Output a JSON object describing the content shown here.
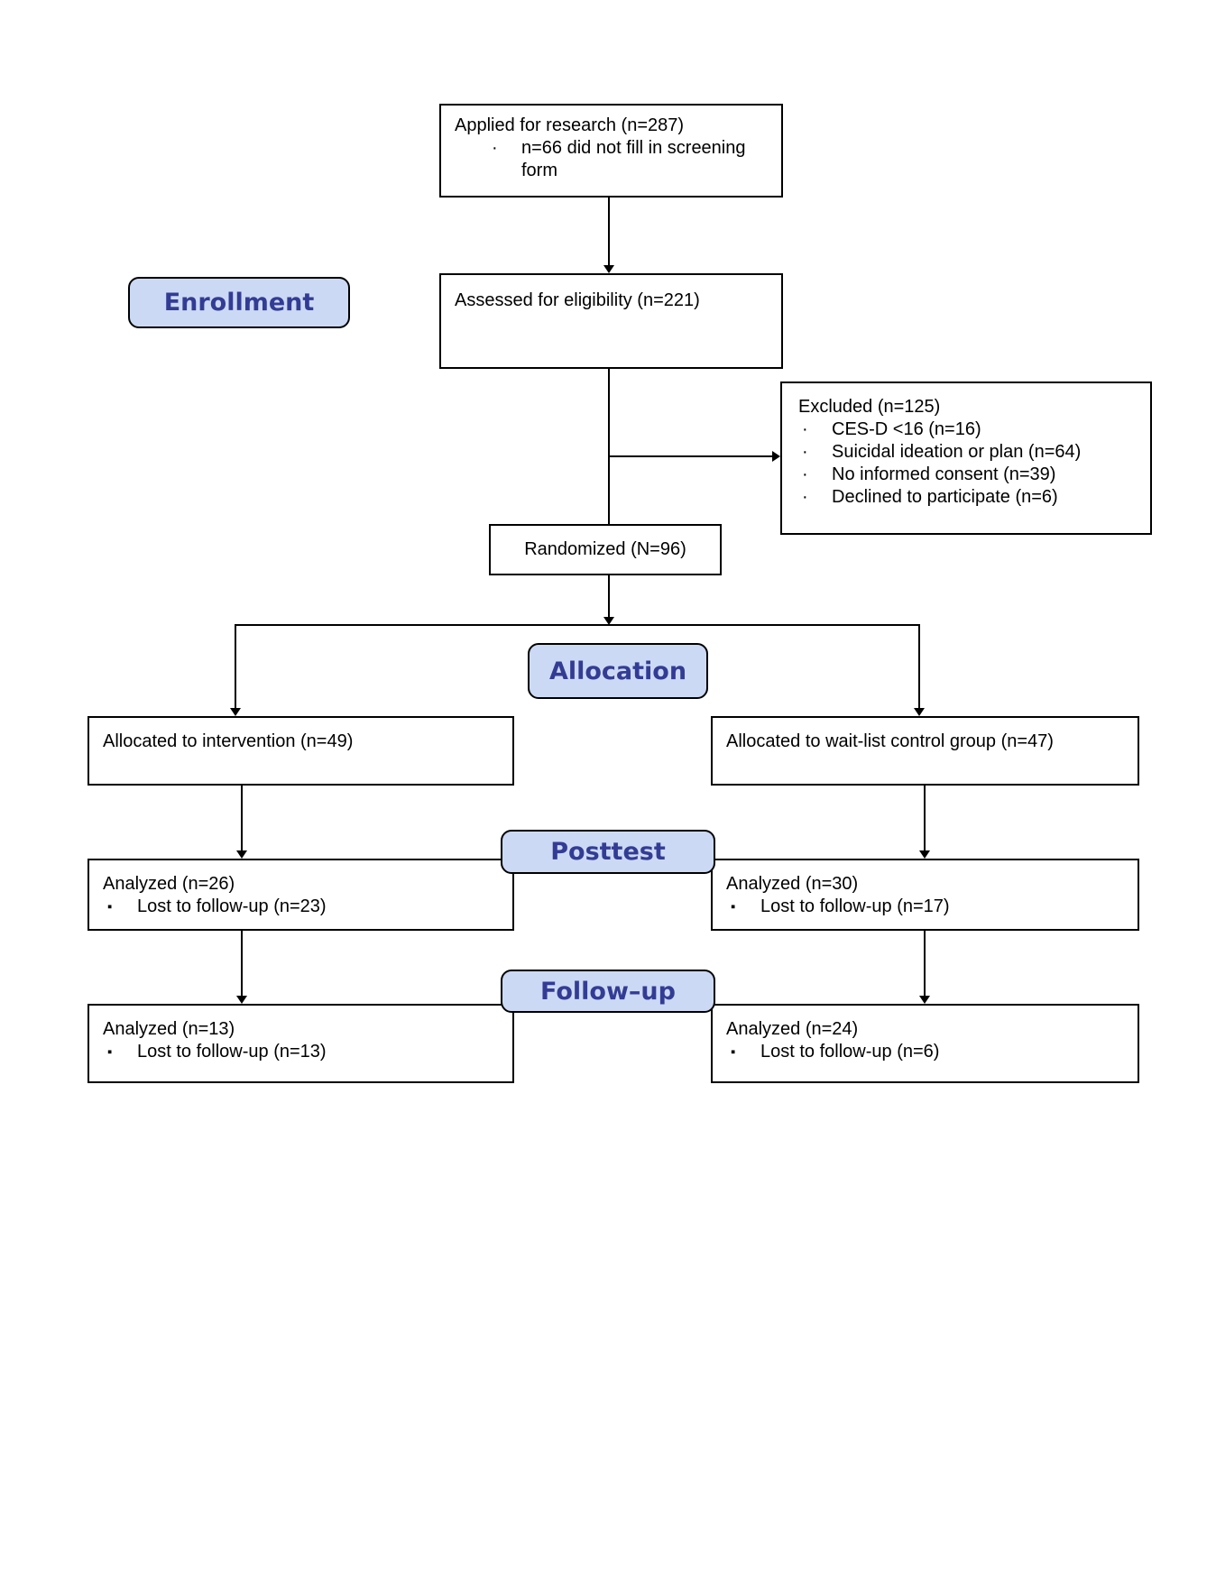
{
  "diagram": {
    "stages": {
      "enrollment": "Enrollment",
      "allocation": "Allocation",
      "posttest": "Posttest",
      "followup": "Follow–up"
    },
    "boxes": {
      "applied": {
        "title": "Applied for research (n=287)",
        "bullets": [
          "n=66 did not fill in screening form"
        ]
      },
      "assessed": {
        "title": "Assessed for eligibility (n=221)"
      },
      "excluded": {
        "title": "Excluded (n=125)",
        "bullets": [
          "CES-D <16 (n=16)",
          "Suicidal ideation or plan (n=64)",
          "No informed consent (n=39)",
          "Declined to participate (n=6)"
        ]
      },
      "randomized": {
        "title": "Randomized (N=96)"
      },
      "allocation_intervention": {
        "title": "Allocated to intervention (n=49)"
      },
      "allocation_control": {
        "title": "Allocated to wait-list control group (n=47)"
      },
      "posttest_intervention": {
        "title": "Analyzed (n=26)",
        "bullets": [
          "Lost to follow-up (n=23)"
        ]
      },
      "posttest_control": {
        "title": "Analyzed (n=30)",
        "bullets": [
          "Lost to follow-up (n=17)"
        ]
      },
      "followup_intervention": {
        "title": "Analyzed (n=13)",
        "bullets": [
          "Lost to follow-up (n=13)"
        ]
      },
      "followup_control": {
        "title": "Analyzed (n=24)",
        "bullets": [
          "Lost to follow-up (n=6)"
        ]
      }
    },
    "glyphs": {
      "bullet_dot": "·",
      "bullet_square": "▪"
    },
    "colors": {
      "stage_fill": "#ccd9f4",
      "stage_text": "#333c94",
      "box_border": "#000000",
      "background": "#ffffff"
    }
  }
}
